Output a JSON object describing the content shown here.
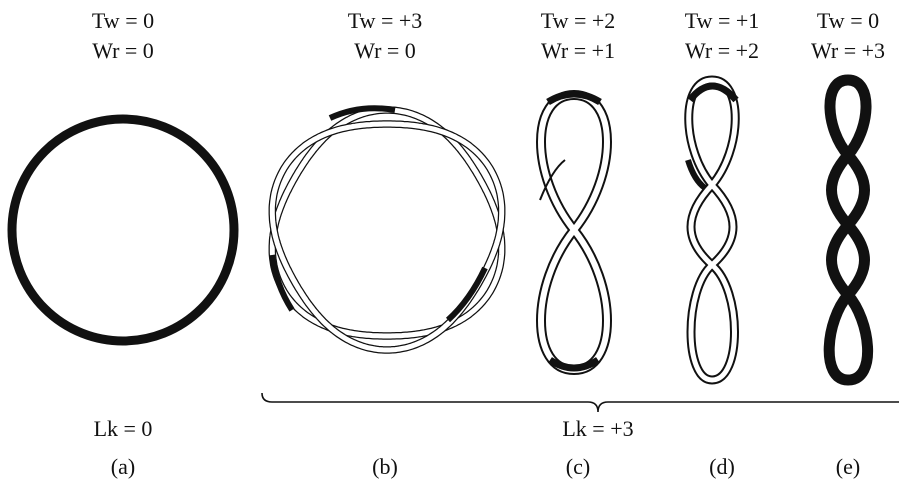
{
  "panels": [
    {
      "id": "a",
      "tw": "Tw = 0",
      "wr": "Wr = 0",
      "letter": "(a)"
    },
    {
      "id": "b",
      "tw": "Tw = +3",
      "wr": "Wr = 0",
      "letter": "(b)"
    },
    {
      "id": "c",
      "tw": "Tw = +2",
      "wr": "Wr = +1",
      "letter": "(c)"
    },
    {
      "id": "d",
      "tw": "Tw = +1",
      "wr": "Wr = +2",
      "letter": "(d)"
    },
    {
      "id": "e",
      "tw": "Tw = 0",
      "wr": "Wr = +3",
      "letter": "(e)"
    }
  ],
  "linking": {
    "relaxed": "Lk = 0",
    "supercoiled": "Lk = +3"
  },
  "colors": {
    "ribbon_dark": "#111111",
    "ribbon_light": "#ffffff",
    "text": "#111111"
  }
}
